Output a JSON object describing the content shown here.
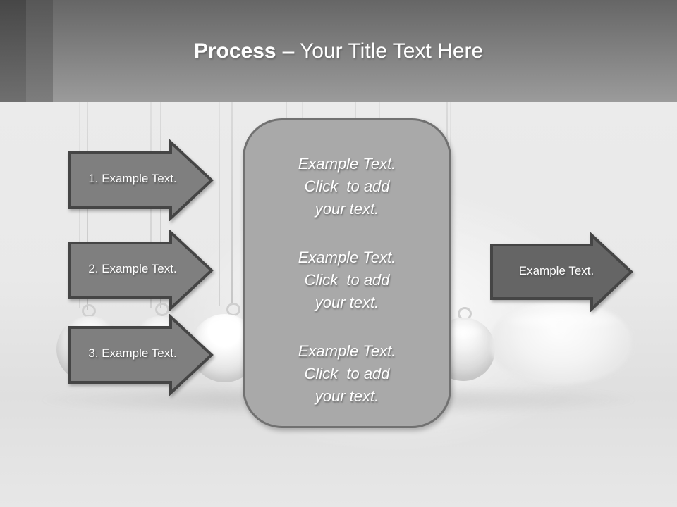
{
  "title": {
    "bold": "Process",
    "rest": "– Your Title Text Here"
  },
  "left_arrows": [
    {
      "label": "1. Example Text."
    },
    {
      "label": "2. Example Text."
    },
    {
      "label": "3. Example Text."
    }
  ],
  "right_arrow": {
    "label": "Example Text."
  },
  "center_box": {
    "blocks": [
      {
        "line1": "Example Text.",
        "line2": "Click  to add",
        "line3": "your text."
      },
      {
        "line1": "Example Text.",
        "line2": "Click  to add",
        "line3": "your text."
      },
      {
        "line1": "Example Text.",
        "line2": "Click  to add",
        "line3": "your text."
      }
    ]
  },
  "colors": {
    "header_top": "#666666",
    "header_bottom": "#9b9b9b",
    "arrow_fill": "#7f7f7f",
    "right_arrow_fill": "#656565",
    "arrow_border": "#454545",
    "box_fill": "#a9a9a9",
    "box_border": "#717171",
    "text": "#ffffff"
  }
}
